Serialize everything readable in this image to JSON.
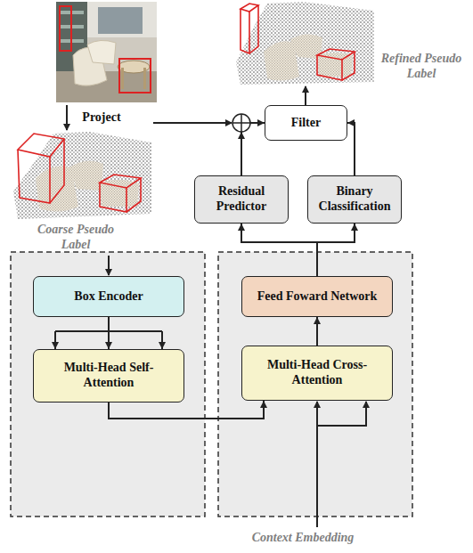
{
  "diagram": {
    "nodes": [
      {
        "text": [
          "Filter"
        ]
      },
      {
        "text": [
          "Residual Predictor"
        ]
      },
      {
        "text": [
          "Binary Classification"
        ]
      },
      {
        "text": [
          "Box Encoder"
        ]
      },
      {
        "text": [
          "Multi-Head Self-Attention"
        ]
      },
      {
        "text": [
          "Feed Foward Network"
        ]
      },
      {
        "text": [
          "Multi-Head Cross-Attention"
        ]
      }
    ],
    "edges": [
      {
        "from": 3,
        "to": 4,
        "arrow": "to"
      },
      {
        "from": 4,
        "to": 6,
        "arrow": "to"
      },
      {
        "from": 6,
        "to": 5,
        "arrow": "to"
      },
      {
        "from": 5,
        "to": 1,
        "arrow": "to"
      },
      {
        "from": 5,
        "to": 2,
        "arrow": "to"
      },
      {
        "from": 2,
        "to": 0,
        "arrow": "to"
      },
      {
        "from": 1,
        "to": 0,
        "arrow": "to"
      }
    ],
    "labels": [
      "Project",
      "Refined Pseudo Label",
      "Coarse Pseudo Label",
      "Context Embedding"
    ]
  }
}
